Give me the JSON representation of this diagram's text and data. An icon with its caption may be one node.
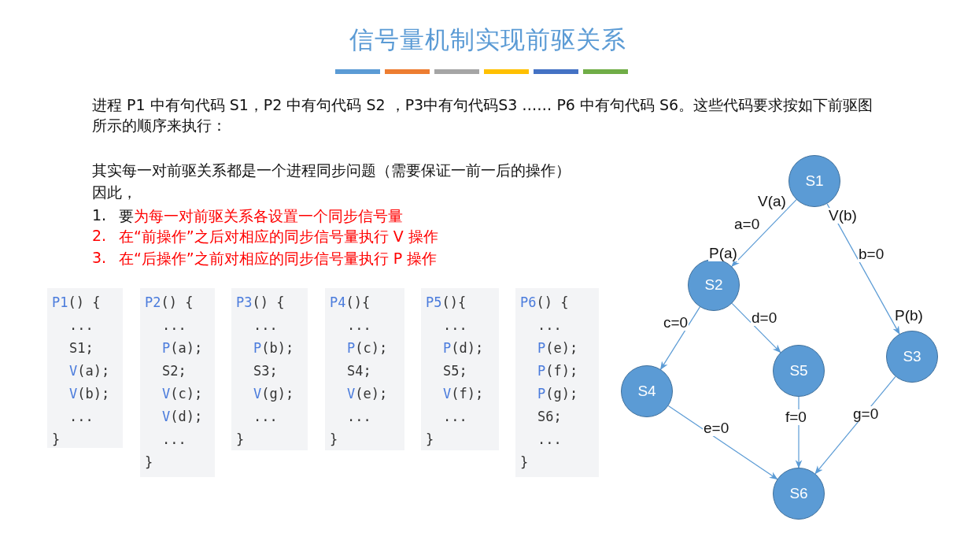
{
  "diagram": {
    "title": "信号量机制实现前驱关系",
    "nodes": [
      {
        "text": [
          "S1"
        ]
      },
      {
        "text": [
          "S2"
        ]
      },
      {
        "text": [
          "S3"
        ]
      },
      {
        "text": [
          "S4"
        ]
      },
      {
        "text": [
          "S5"
        ]
      },
      {
        "text": [
          "S6"
        ]
      },
      {
        "text": [
          "P1() {",
          "...",
          "S1;",
          "V(a);",
          "V(b);",
          "...",
          "}"
        ]
      },
      {
        "text": [
          "P2() {",
          "...",
          "P(a);",
          "S2;",
          "V(c);",
          "V(d);",
          "...",
          "}"
        ]
      },
      {
        "text": [
          "P3() {",
          "...",
          "P(b);",
          "S3;",
          "V(g);",
          "...",
          "}"
        ]
      },
      {
        "text": [
          "P4(){",
          "...",
          "P(c);",
          "S4;",
          "V(e);",
          "...",
          "}"
        ]
      },
      {
        "text": [
          "P5(){",
          "...",
          "P(d);",
          "S5;",
          "V(f);",
          "...",
          "}"
        ]
      },
      {
        "text": [
          "P6() {",
          "...",
          "P(e);",
          "P(f);",
          "P(g);",
          "S6;",
          "...",
          "}"
        ]
      }
    ],
    "edges": [
      {
        "from": 0,
        "to": 1,
        "arrow": "to",
        "label": "a=0"
      },
      {
        "from": 0,
        "to": 2,
        "arrow": "to",
        "label": "b=0"
      },
      {
        "from": 1,
        "to": 3,
        "arrow": "to",
        "label": "c=0"
      },
      {
        "from": 1,
        "to": 4,
        "arrow": "to",
        "label": "d=0"
      },
      {
        "from": 3,
        "to": 5,
        "arrow": "to",
        "label": "e=0"
      },
      {
        "from": 4,
        "to": 5,
        "arrow": "to",
        "label": "f=0"
      },
      {
        "from": 2,
        "to": 5,
        "arrow": "to",
        "label": "g=0"
      }
    ],
    "labels": [
      "进程 P1 中有句代码 S1，P2 中有句代码 S2 ，P3中有句代码S3 …… P6 中有句代码 S6。这些代码要求按如下前驱图所示的顺序来执行：",
      "其实每一对前驱关系都是一个进程同步问题（需要保证一前一后的操作）",
      "因此，",
      "1.",
      "要为每一对前驱关系各设置一个同步信号量",
      "2.",
      "在“前操作”之后对相应的同步信号量执行 V 操作",
      "3.",
      "在“后操作”之前对相应的同步信号量执行 P 操作",
      "V(a)",
      "V(b)",
      "P(a)",
      "P(b)"
    ]
  }
}
